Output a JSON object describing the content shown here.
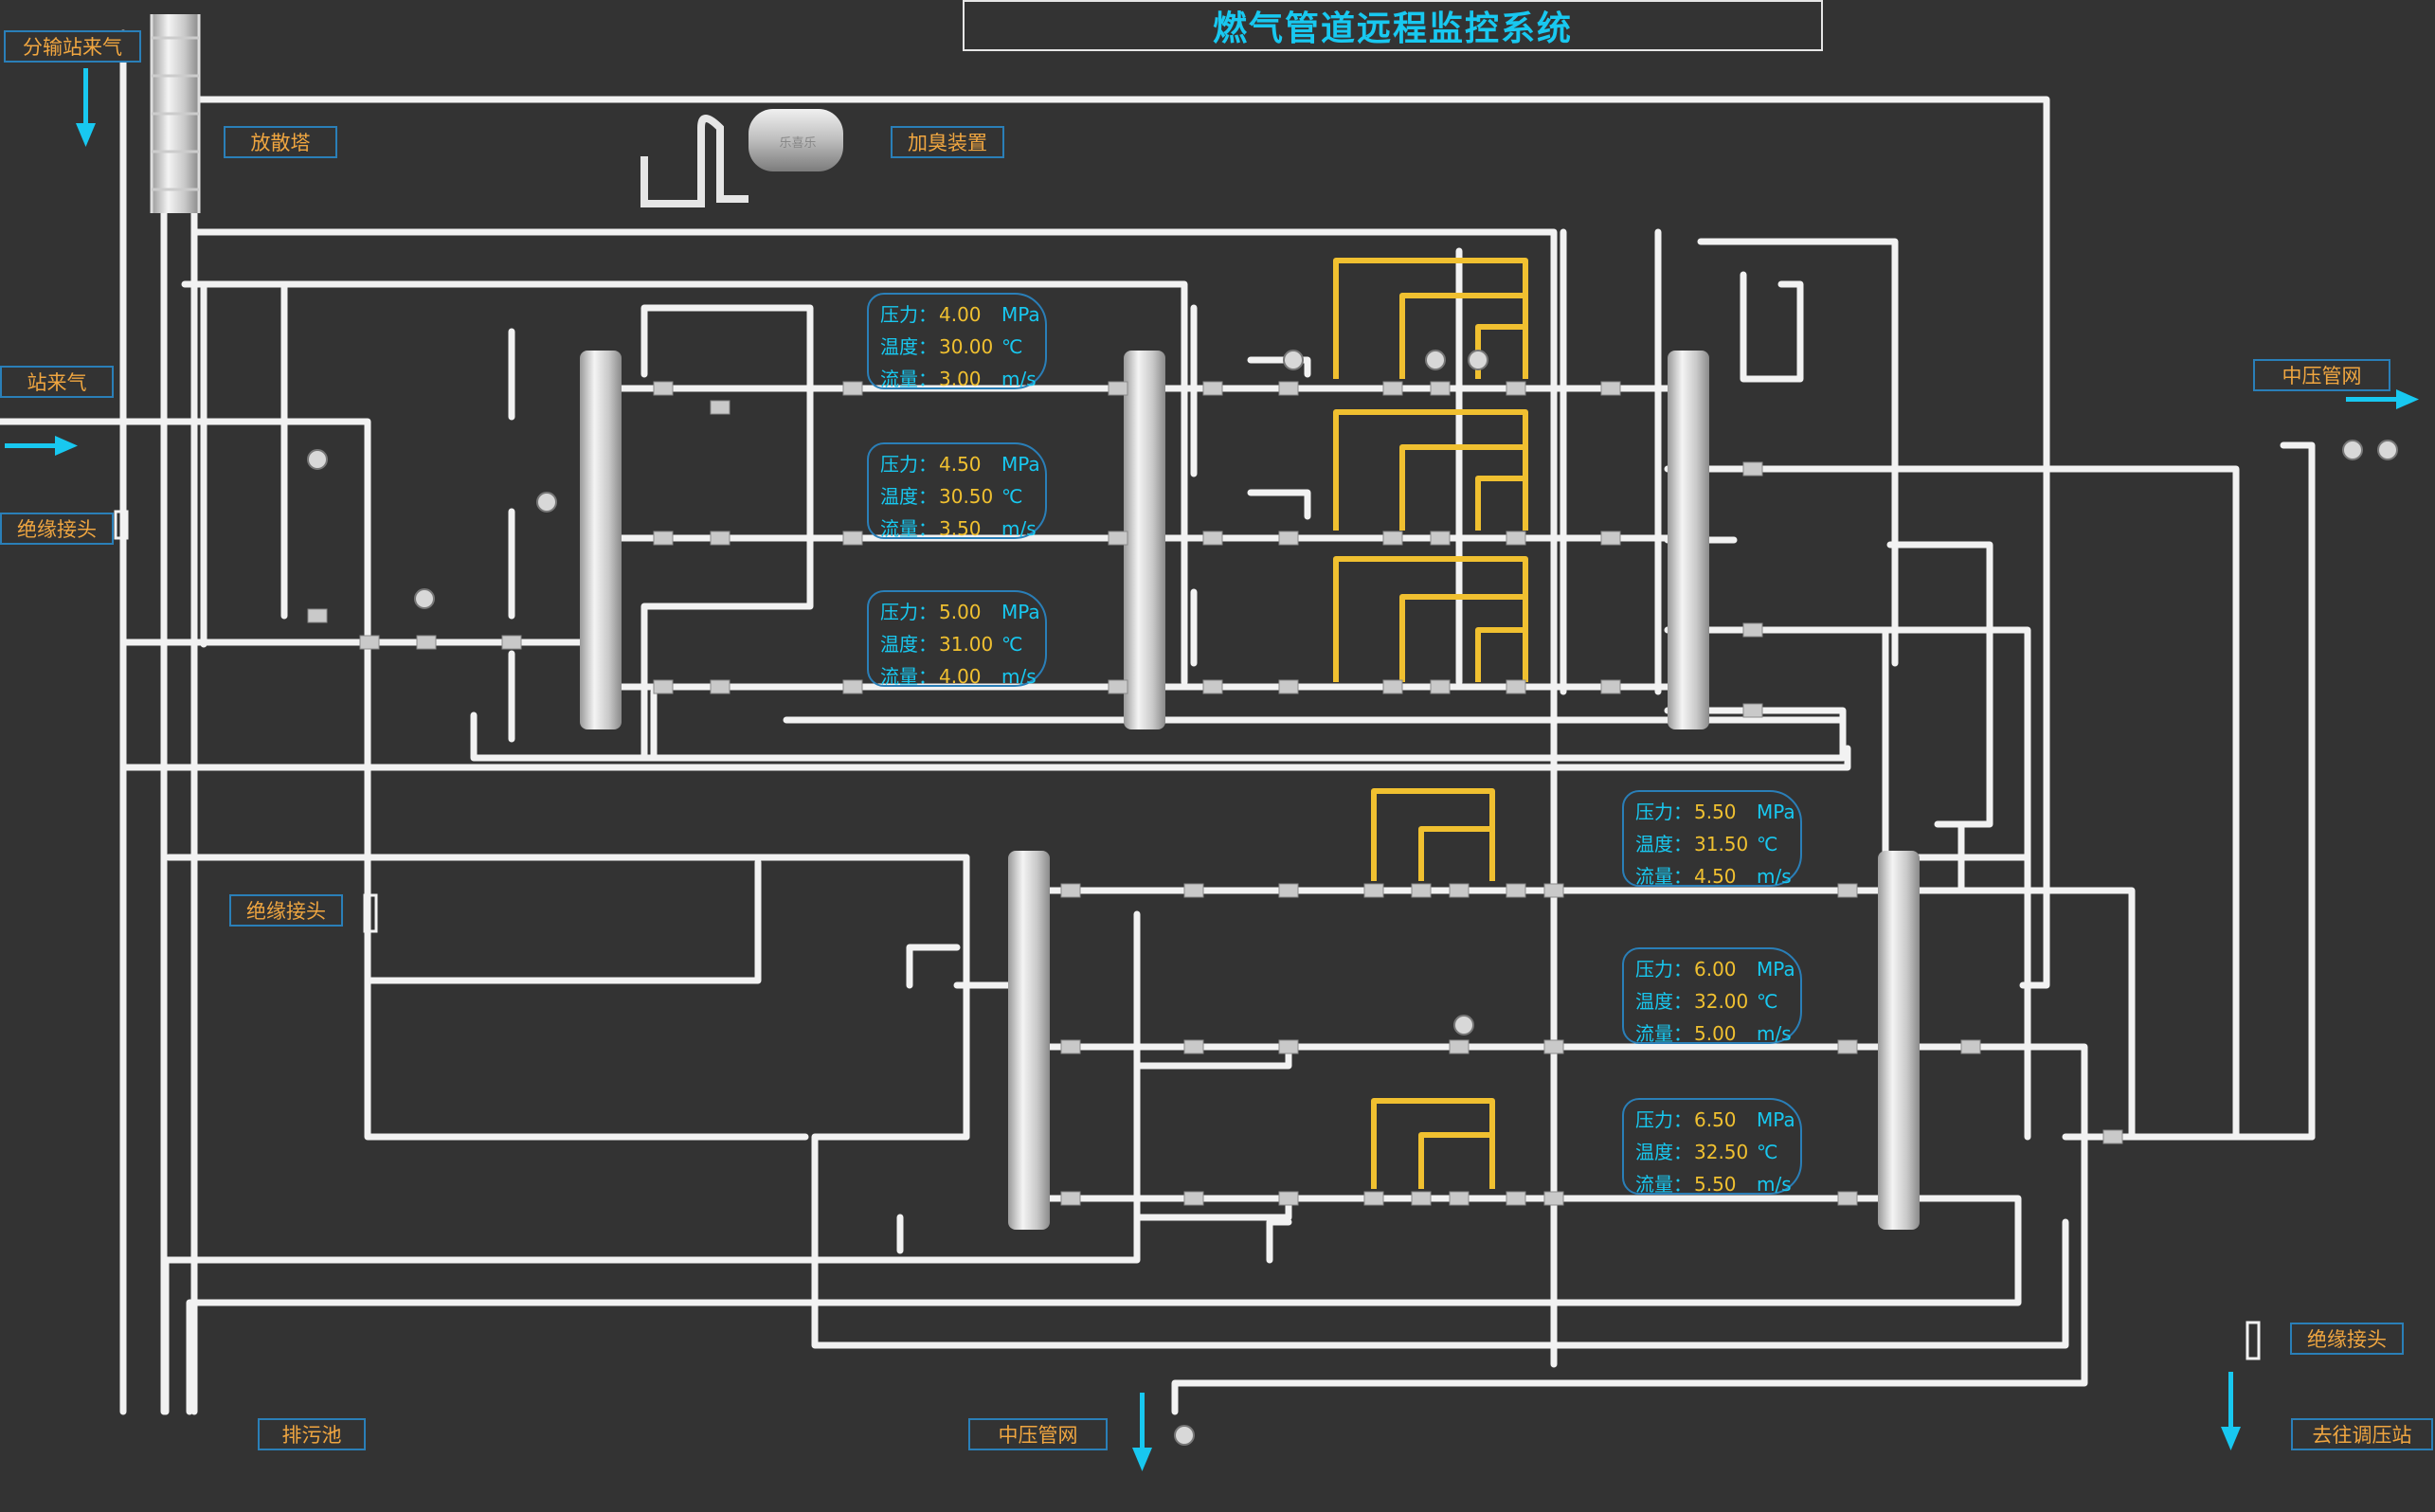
{
  "title": "燃气管道远程监控系统",
  "labels": {
    "inlet_branch": "分输站来气",
    "vent_tower": "放散塔",
    "odorizer": "加臭装置",
    "station_inlet": "站来气",
    "insulating_joint_1": "绝缘接头",
    "insulating_joint_2": "绝缘接头",
    "insulating_joint_3": "绝缘接头",
    "mid_pressure_net_right": "中压管网",
    "mid_pressure_net_bottom": "中压管网",
    "sewage_pool": "排污池",
    "to_regulator_station": "去往调压站",
    "odorizer_tank_text": "乐喜乐"
  },
  "readouts": [
    {
      "pressure": "4.00",
      "temperature": "30.00",
      "flow": "3.00"
    },
    {
      "pressure": "4.50",
      "temperature": "30.50",
      "flow": "3.50"
    },
    {
      "pressure": "5.00",
      "temperature": "31.00",
      "flow": "4.00"
    },
    {
      "pressure": "5.50",
      "temperature": "31.50",
      "flow": "4.50"
    },
    {
      "pressure": "6.00",
      "temperature": "32.00",
      "flow": "5.00"
    },
    {
      "pressure": "6.50",
      "temperature": "32.50",
      "flow": "5.50"
    }
  ],
  "readout_labels": {
    "pressure": "压力：",
    "temperature": "温度：",
    "flow": "流量："
  },
  "units": {
    "pressure": "MPa",
    "temperature": "℃",
    "flow": "m/s"
  },
  "colors": {
    "background": "#333333",
    "pipe": "#f2f2f2",
    "bypass": "#f0c030",
    "accent": "#18c8f0",
    "label_text": "#f0a640",
    "label_border": "#2a7fb8"
  }
}
